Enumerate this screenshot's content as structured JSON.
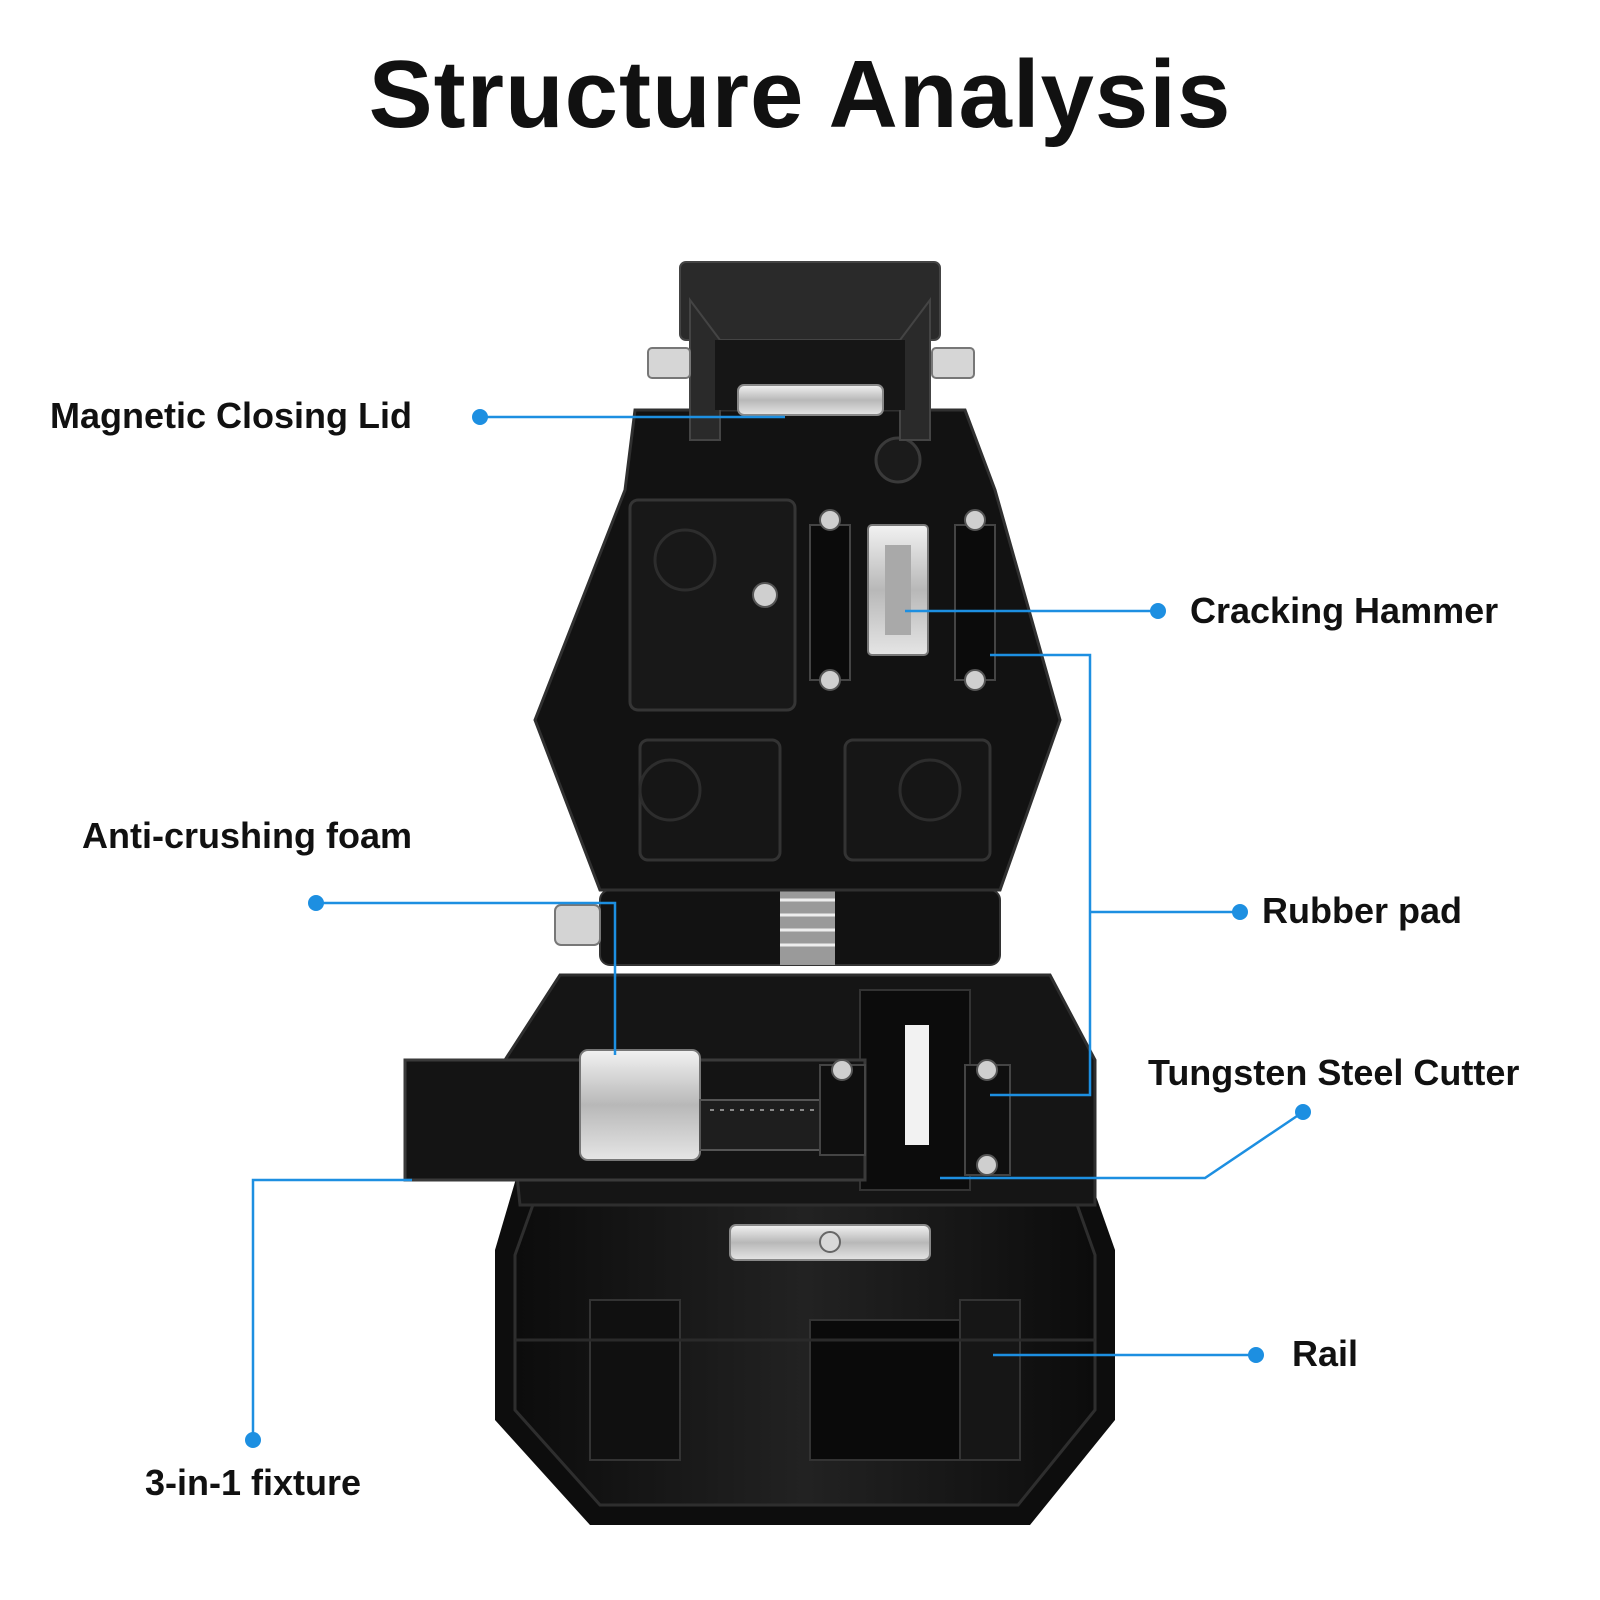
{
  "title": "Structure Analysis",
  "labels": {
    "magnetic_lid": "Magnetic Closing Lid",
    "cracking_hammer": "Cracking Hammer",
    "anti_crushing_foam": "Anti-crushing foam",
    "rubber_pad": "Rubber pad",
    "tungsten_cutter": "Tungsten Steel Cutter",
    "rail": "Rail",
    "fixture": "3-in-1 fixture"
  },
  "colors": {
    "leader": "#1d8fe1",
    "body": "#141414",
    "metal": "#c9c9c9"
  }
}
